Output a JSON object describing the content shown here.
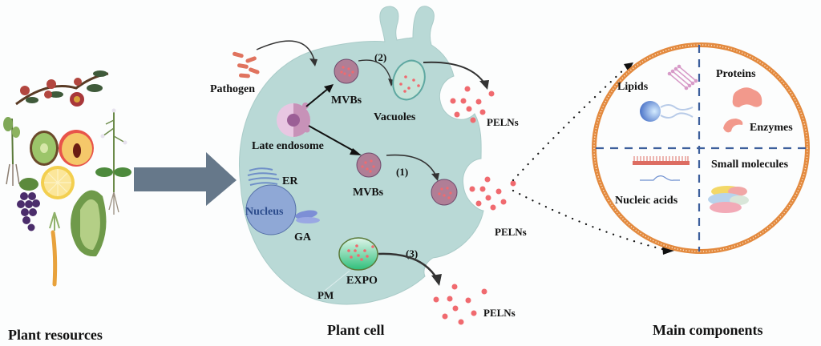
{
  "sections": {
    "resources": "Plant resources",
    "cell": "Plant cell",
    "components": "Main components"
  },
  "cell_labels": {
    "pathogen": "Pathogen",
    "late_endosome": "Late endosome",
    "mvbs_top": "MVBs",
    "mvbs_mid": "MVBs",
    "vacuoles": "Vacuoles",
    "er": "ER",
    "nucleus": "Nucleus",
    "ga": "GA",
    "expo": "EXPO",
    "pm": "PM",
    "route_1": "(1)",
    "route_2": "(2)",
    "route_3": "(3)",
    "pelns_top": "PELNs",
    "pelns_mid": "PELNs",
    "pelns_bottom": "PELNs"
  },
  "components": {
    "lipids": "Lipids",
    "proteins": "Proteins",
    "enzymes": "Enzymes",
    "nucleic_acids": "Nucleic acids",
    "small_molecules": "Small molecules"
  },
  "colors": {
    "cell_fill": "#b9d9d6",
    "arrow_fill": "#66788a",
    "mvb_fill": "#b07e96",
    "peln_dot": "#f06a6f",
    "membrane": "#e38a3f",
    "divider": "#3d5f9c",
    "nucleus": "#8fa8d6"
  }
}
